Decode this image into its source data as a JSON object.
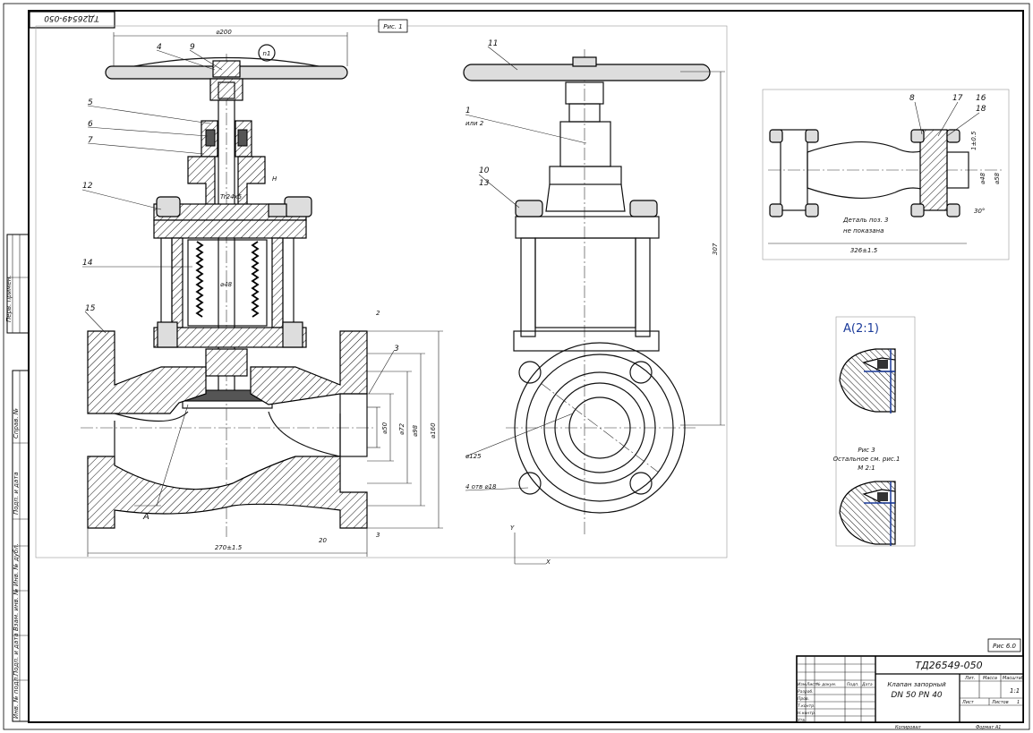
{
  "drawing": {
    "doc_code_rotated": "ТД26549-050",
    "fig1_label": "Рис. 1",
    "fig3_label": "Рис. 3",
    "fig6_label": "Рис 6.0",
    "section_letter": "A",
    "detail_view_title": "A(2:1)",
    "detail_note_line1": "Рис 3",
    "detail_note_line2": "Остальное см. рис.1",
    "detail_note_line3": "М 2:1",
    "note_part3_line1": "Деталь поз. 3",
    "note_part3_line2": "не показана",
    "handwheel_badge": "n1",
    "or_text": "или 2",
    "axis_x": "X",
    "axis_y": "Y"
  },
  "callouts": [
    "4",
    "9",
    "5",
    "6",
    "7",
    "12",
    "14",
    "15",
    "3",
    "11",
    "1",
    "10",
    "13",
    "8",
    "17",
    "16",
    "18"
  ],
  "dimensions": {
    "handwheel_dia": "⌀200",
    "thread": "Tr24x5",
    "stem_dia": "⌀48",
    "d_small": "⌀50",
    "d_mid": "⌀72",
    "d_large": "⌀98",
    "d_outer": "⌀160",
    "length": "270±1.5",
    "height": "307",
    "flange_dia": "⌀125",
    "holes": "4 отв ⌀18",
    "gap_top": "2",
    "gap_bottom": "3",
    "seat_gap": "20",
    "fig3_len": "326±1.5",
    "fig3_d1": "⌀48",
    "fig3_d2": "⌀58",
    "fig3_h": "1±0.5",
    "angle": "30°",
    "h_mark": "H"
  },
  "title_block": {
    "doc_code": "ТД26549-050",
    "name_line1": "Клапан запорный",
    "name_line2": "DN 50 PN 40",
    "col_lit": "Лит.",
    "col_mass": "Масса",
    "col_scale": "Масштаб",
    "scale_value": "1:1",
    "sheet_label": "Лист",
    "sheets_label": "Листов",
    "sheets_value": "1",
    "row_labels": [
      "Изм.",
      "Разраб.",
      "Пров.",
      "Т.контр.",
      "Н.контр.",
      "Утв."
    ],
    "cols": [
      "Лист",
      "№ докум.",
      "Подп.",
      "Дата"
    ],
    "copied": "Копировал",
    "format": "Формат  A1"
  },
  "left_strip": [
    "Перв. примен.",
    "Справ. №",
    "Подп. и дата",
    "Инв. № дубл.",
    "Взам. инв. №",
    "Подп. и дата",
    "Инв. № подл."
  ]
}
